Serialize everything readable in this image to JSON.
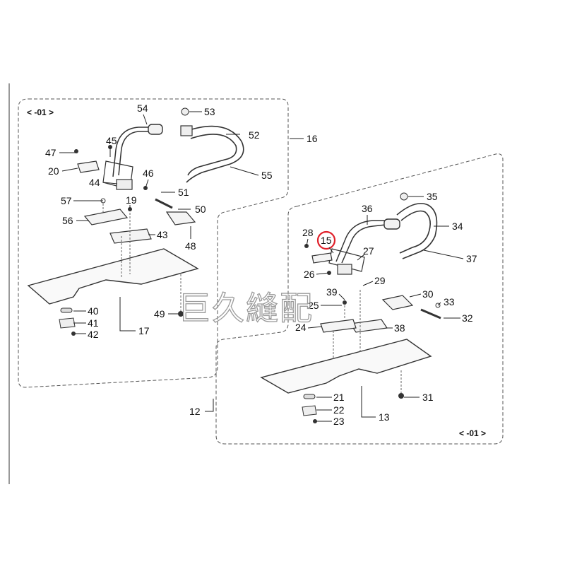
{
  "diagram": {
    "group_tags": {
      "upper_left": "< -01 >",
      "lower_right": "< -01 >"
    },
    "watermark": "巨久縫配",
    "highlighted_part": "15",
    "left_assembly": {
      "labels": {
        "p54": "54",
        "p53": "53",
        "p52": "52",
        "p16": "16",
        "p47": "47",
        "p45": "45",
        "p20": "20",
        "p46": "46",
        "p55": "55",
        "p44": "44",
        "p51": "51",
        "p57": "57",
        "p19": "19",
        "p50": "50",
        "p56": "56",
        "p43": "43",
        "p48": "48",
        "p40": "40",
        "p49": "49",
        "p41": "41",
        "p17": "17",
        "p42": "42"
      }
    },
    "right_assembly": {
      "labels": {
        "p35": "35",
        "p36": "36",
        "p34": "34",
        "p28": "28",
        "p15": "15",
        "p27": "27",
        "p37": "37",
        "p26": "26",
        "p29": "29",
        "p39": "39",
        "p30": "30",
        "p33": "33",
        "p25": "25",
        "p32": "32",
        "p24": "24",
        "p38": "38",
        "p12": "12",
        "p31": "31",
        "p21": "21",
        "p22": "22",
        "p23": "23",
        "p13": "13"
      }
    }
  }
}
